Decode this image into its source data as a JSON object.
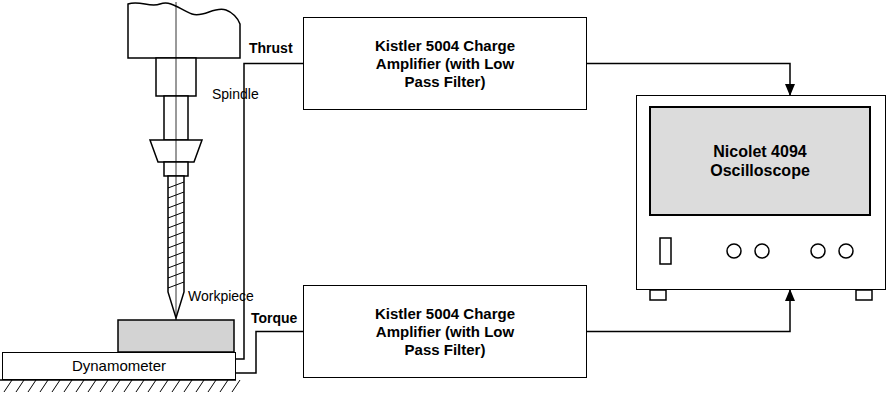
{
  "diagram": {
    "nodes": [
      {
        "text": [
          "Dynamometer"
        ]
      },
      {
        "text": [
          "Kistler 5004 Charge Amplifier (with Low Pass Filter)"
        ]
      },
      {
        "text": [
          "Kistler 5004 Charge Amplifier (with Low Pass Filter)"
        ]
      },
      {
        "text": [
          "Nicolet 4094 Oscilloscope"
        ]
      }
    ],
    "edges": [
      {
        "from": 0,
        "to": 1,
        "label": "Thrust",
        "arrow": "none"
      },
      {
        "from": 0,
        "to": 2,
        "label": "Torque",
        "arrow": "none"
      },
      {
        "from": 1,
        "to": 3,
        "arrow": "to"
      },
      {
        "from": 2,
        "to": 3,
        "arrow": "to"
      }
    ],
    "labels": [
      "Spindle",
      "Workpiece"
    ]
  }
}
